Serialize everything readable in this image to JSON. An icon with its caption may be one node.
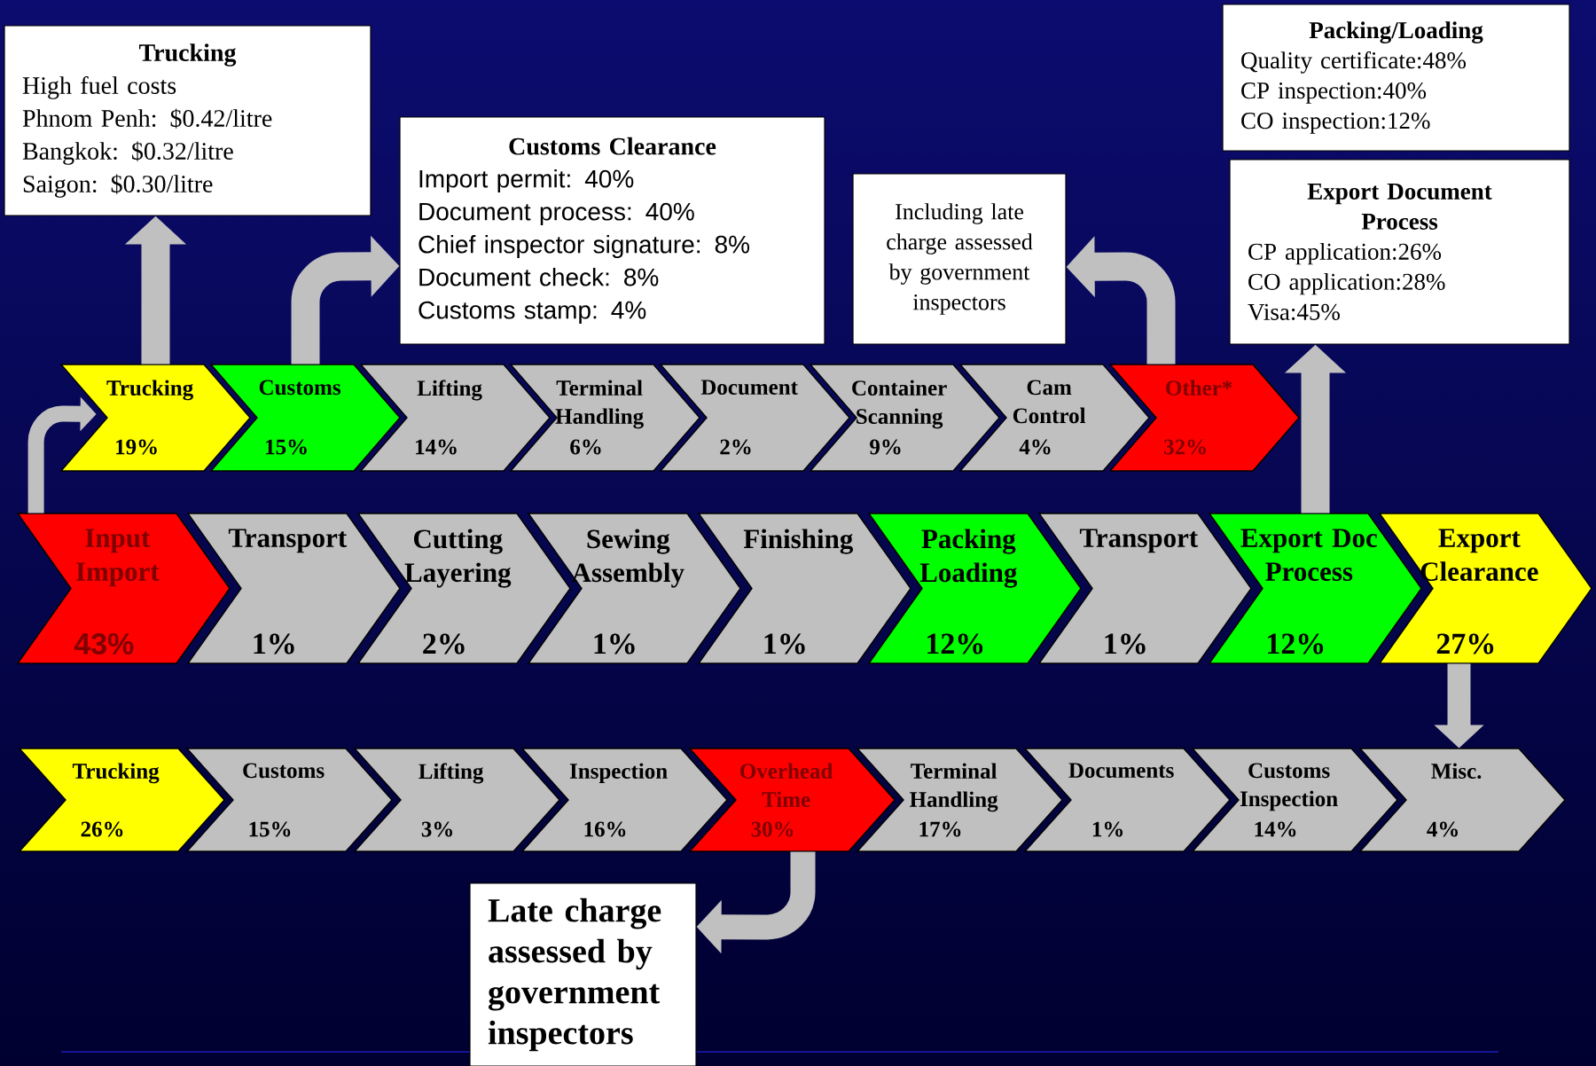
{
  "diagram": {
    "nodes": [
      {
        "text": [
          "Trucking",
          "High fuel costs",
          "Phnom Penh: $0.42/litre",
          "Bangkok: $0.32/litre",
          "Saigon: $0.30/litre"
        ]
      },
      {
        "text": [
          "Packing/Loading",
          "Quality certificate:48%",
          "CP inspection:40%",
          "CO inspection:12%"
        ]
      },
      {
        "text": [
          "Customs Clearance",
          "Import permit: 40%",
          "Document process: 40%",
          "Chief inspector signature: 8%",
          "Document check: 8%",
          "Customs stamp: 4%"
        ]
      },
      {
        "text": [
          "Including late charge assessed by government inspectors"
        ]
      },
      {
        "text": [
          "Export Document Process",
          "CP application:26%",
          "CO application:28%",
          "Visa:45%"
        ]
      },
      {
        "text": [
          "Trucking",
          "19%"
        ]
      },
      {
        "text": [
          "Customs",
          "15%"
        ]
      },
      {
        "text": [
          "Lifting",
          "14%"
        ]
      },
      {
        "text": [
          "Terminal Handling",
          "6%"
        ]
      },
      {
        "text": [
          "Document",
          "2%"
        ]
      },
      {
        "text": [
          "Container Scanning",
          "9%"
        ]
      },
      {
        "text": [
          "Cam Control",
          "4%"
        ]
      },
      {
        "text": [
          "Other*",
          "32%"
        ]
      },
      {
        "text": [
          "Input Import",
          "43%"
        ]
      },
      {
        "text": [
          "Transport",
          "1%"
        ]
      },
      {
        "text": [
          "Cutting Layering",
          "2%"
        ]
      },
      {
        "text": [
          "Sewing Assembly",
          "1%"
        ]
      },
      {
        "text": [
          "Finishing",
          "1%"
        ]
      },
      {
        "text": [
          "Packing Loading",
          "12%"
        ]
      },
      {
        "text": [
          "Transport",
          "1%"
        ]
      },
      {
        "text": [
          "Export Doc Process",
          "12%"
        ]
      },
      {
        "text": [
          "Export Clearance",
          "27%"
        ]
      },
      {
        "text": [
          "Trucking",
          "26%"
        ]
      },
      {
        "text": [
          "Customs",
          "15%"
        ]
      },
      {
        "text": [
          "Lifting",
          "3%"
        ]
      },
      {
        "text": [
          "Inspection",
          "16%"
        ]
      },
      {
        "text": [
          "Overhead Time",
          "30%"
        ]
      },
      {
        "text": [
          "Terminal Handling",
          "17%"
        ]
      },
      {
        "text": [
          "Documents",
          "1%"
        ]
      },
      {
        "text": [
          "Customs Inspection",
          "14%"
        ]
      },
      {
        "text": [
          "Misc.",
          "4%"
        ]
      },
      {
        "text": [
          "Late charge assessed by government inspectors"
        ]
      }
    ],
    "edges": [
      {
        "from": 5,
        "to": 0,
        "arrow": "to"
      },
      {
        "from": 6,
        "to": 2,
        "arrow": "to"
      },
      {
        "from": 12,
        "to": 3,
        "arrow": "to"
      },
      {
        "from": 20,
        "to": 4,
        "arrow": "to"
      },
      {
        "from": 13,
        "to": 5,
        "arrow": "to"
      },
      {
        "from": 21,
        "to": 30,
        "arrow": "to"
      },
      {
        "from": 26,
        "to": 31,
        "arrow": "to"
      }
    ]
  }
}
